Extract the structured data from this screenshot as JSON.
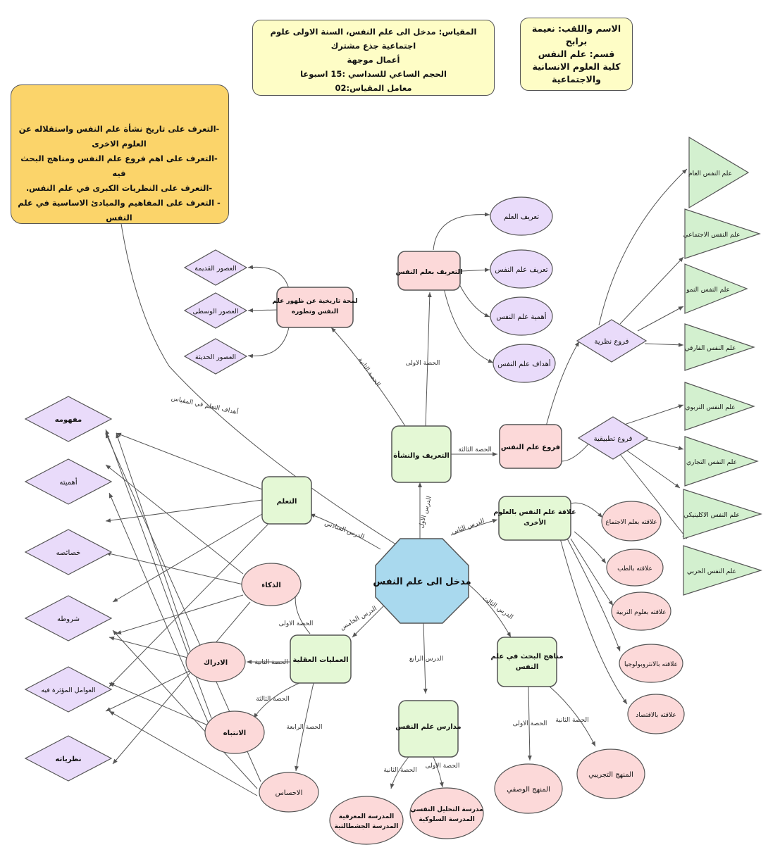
{
  "header": {
    "student": [
      "الاسم واللقب: نعيمة برابح",
      "قسم: علم النفس",
      "كلية العلوم الانسانية والاجتماعية"
    ],
    "module": [
      "المقياس: مدخل الى علم النفس، السنة الاولى علوم اجتماعية جذع مشترك",
      "أعمال موجهة",
      "الحجم الساعي للسداسي  :15  اسبوعا",
      "معامل المقياس:02"
    ],
    "goals": [
      "-التعرف على تاريخ نشأة علم النفس واستقلاله عن العلوم الاخرى",
      "-التعرف على اهم فروع علم النفس ومناهج البحث فيه",
      "-التعرف على النظريات الكبرى في علم النفس.",
      "- التعرف على المفاهيم والمبادئ الاساسية في علم النفس"
    ]
  },
  "center": "مدخل الى علم النفس",
  "lessons": {
    "l1": "التعريف والنشأة",
    "l2": "علاقة علم النفس بالعلوم الأخرى",
    "l3": "مناهج البحث في علم النفس",
    "l4": "مدارس علم النفس",
    "l5": "العمليات العقلية",
    "l6": "التعلم"
  },
  "lesson_edge_labels": {
    "l1": "الدرس الاول",
    "l2": "الدرس الثاني",
    "l3": "الدرس الثالث",
    "l4": "الدرس الرابع",
    "l5": "الدرس الخامس",
    "l6": "الدرس السادس",
    "goals": "أهداف التعلم في المقياس"
  },
  "session_labels": {
    "first": "الحصة الاولى",
    "second": "الحصة الثانية",
    "third": "الحصة الثالثة",
    "fourth": "الحصة الرابعة"
  },
  "topics": {
    "definition": "التعريف بعلم النفس",
    "history": "لمحة تاريخية عن ظهور علم النفس وتطوره",
    "branches": "فروع علم النفس"
  },
  "definition_items": [
    "تعريف العلم",
    "تعريف علم النفس",
    "أهمية علم النفس",
    "أهداف علم النفس"
  ],
  "history_items": [
    "العصور القديمة",
    "العصور الوسطى",
    "العصور الحديثة"
  ],
  "branch_groups": {
    "theoretical": "فروع نظرية",
    "applied": "فروع تطبيقية"
  },
  "theoretical_branches": [
    "علم النفس العام",
    "علم النفس الاجتماعي",
    "علم النفس النمو",
    "علم النفس الفارقي"
  ],
  "applied_branches": [
    "علم النفس التربوي",
    "علم النفس التجاري",
    "علم النفس الاكلينيكي",
    "علم النفس الحربي"
  ],
  "relations": [
    "علاقته بعلم الاجتماع",
    "علاقته بالطب",
    "علاقته بعلوم التربية",
    "علاقته بالانثروبولوجيا",
    "علاقته بالاقتصاد"
  ],
  "methods": [
    "المنهج الوصفي",
    "المنهج التجريبي"
  ],
  "schools": [
    "مدرسة التحليل النفسي / المدرسة السلوكية",
    "المدرسة المعرفية / المدرسة الجشطالتية"
  ],
  "mental_processes": [
    "الذكاء",
    "الادراك",
    "الانتباه",
    "الاحساس"
  ],
  "aspects": [
    "مفهومه",
    "أهميته",
    "خصائصه",
    "شروطه",
    "العوامل المؤثرة فيه",
    "نظرياته"
  ],
  "colors": {
    "yellow": "#fefdc6",
    "goals": "#fbd46a",
    "center": "#a9d9ee",
    "green": "#e4f8d5",
    "pink": "#fcd9d9",
    "purple": "#e9dbfa",
    "triangle": "#d3f0cf"
  }
}
